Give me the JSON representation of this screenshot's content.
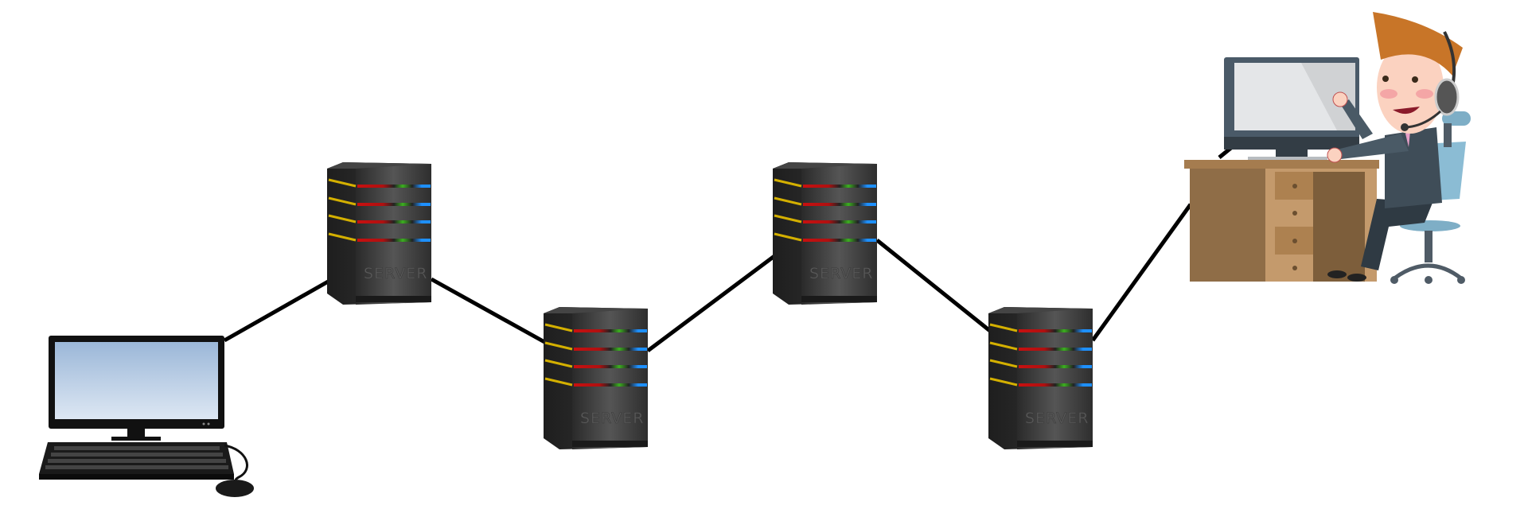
{
  "diagram": {
    "servers": [
      {
        "label": "SERVER"
      },
      {
        "label": "SERVER"
      },
      {
        "label": "SERVER"
      },
      {
        "label": "SERVER"
      }
    ],
    "colors": {
      "link": "#000000",
      "server_body": "#3b3b3b",
      "led_red": "#c81010",
      "led_green": "#3cb020",
      "led_blue": "#1e90ff",
      "led_yellow": "#d4b000",
      "desk": "#c49a6c",
      "suit": "#3f4d58",
      "hair": "#c87528",
      "chair": "#8bbcd4"
    }
  }
}
